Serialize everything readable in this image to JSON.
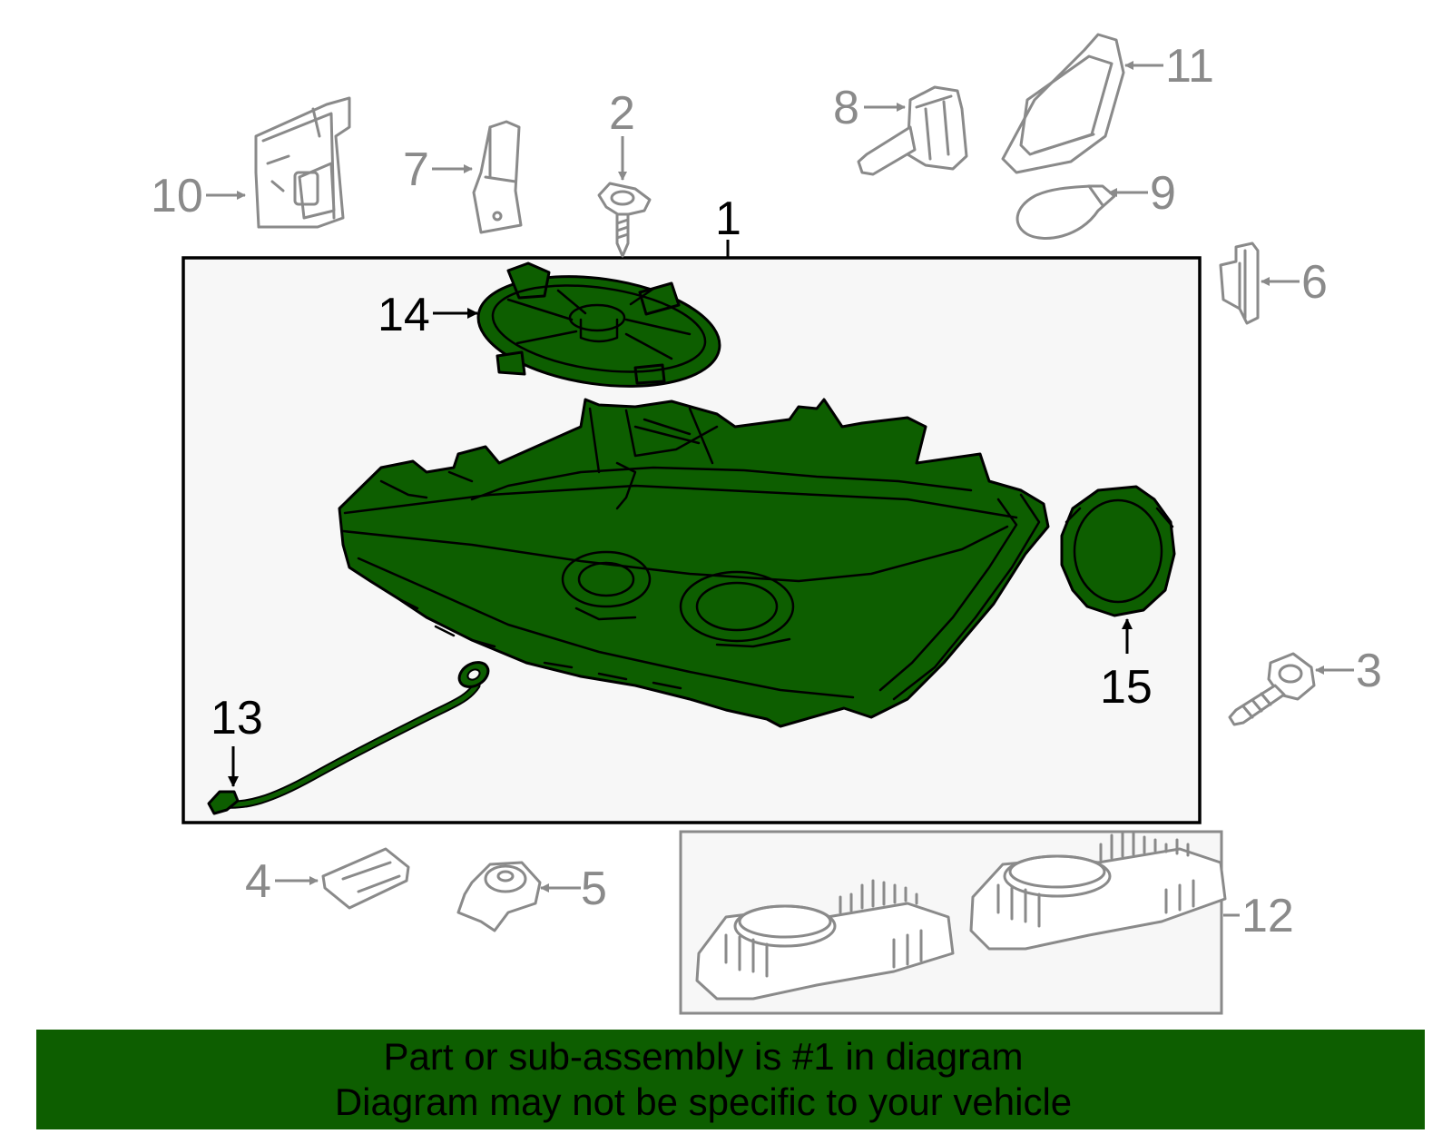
{
  "colors": {
    "highlight": "#0d5e00",
    "footer_bg": "#0d5e00",
    "callout_gray": "#8a8a8a",
    "box_bg": "#f7f7f7"
  },
  "callouts": {
    "c1": "1",
    "c2": "2",
    "c3": "3",
    "c4": "4",
    "c5": "5",
    "c6": "6",
    "c7": "7",
    "c8": "8",
    "c9": "9",
    "c10": "10",
    "c11": "11",
    "c12": "12",
    "c13": "13",
    "c14": "14",
    "c15": "15"
  },
  "footer": {
    "line1": "Part or sub-assembly is #1 in diagram",
    "line2": "Diagram may not be specific to your vehicle"
  }
}
